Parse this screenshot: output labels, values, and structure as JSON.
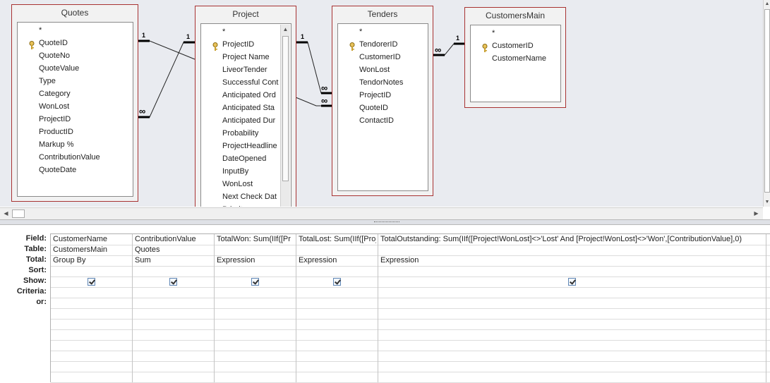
{
  "tables": [
    {
      "name": "Quotes",
      "fields": [
        "*",
        "QuoteID",
        "QuoteNo",
        "QuoteValue",
        "Type",
        "Category",
        "WonLost",
        "ProjectID",
        "ProductID",
        "Markup %",
        "ContributionValue",
        "QuoteDate"
      ],
      "key_field": "QuoteID"
    },
    {
      "name": "Project",
      "fields": [
        "*",
        "ProjectID",
        "Project Name",
        "LiveorTender",
        "Successful Cont",
        "Anticipated Ord",
        "Anticipated Sta",
        "Anticipated Dur",
        "Probability",
        "ProjectHeadline",
        "DateOpened",
        "InputBy",
        "WonLost",
        "Next Check Dat",
        "Priority"
      ],
      "key_field": "ProjectID"
    },
    {
      "name": "Tenders",
      "fields": [
        "*",
        "TendorerID",
        "CustomerID",
        "WonLost",
        "TendorNotes",
        "ProjectID",
        "QuoteID",
        "ContactID"
      ],
      "key_field": "TendorerID"
    },
    {
      "name": "CustomersMain",
      "fields": [
        "*",
        "CustomerID",
        "CustomerName"
      ],
      "key_field": "CustomerID"
    }
  ],
  "relationships": {
    "one_label": "1",
    "many_label": "∞"
  },
  "grid": {
    "row_labels": [
      "Field:",
      "Table:",
      "Total:",
      "Sort:",
      "Show:",
      "Criteria:",
      "or:"
    ],
    "columns": [
      {
        "field": "CustomerName",
        "table": "CustomersMain",
        "total": "Group By",
        "show": true
      },
      {
        "field": "ContributionValue",
        "table": "Quotes",
        "total": "Sum",
        "show": true
      },
      {
        "field": "TotalWon: Sum(IIf([Pr",
        "table": "",
        "total": "Expression",
        "show": true
      },
      {
        "field": "TotalLost: Sum(IIf([Proj",
        "table": "",
        "total": "Expression",
        "show": true
      },
      {
        "field": "TotalOutstanding: Sum(IIf([Project!WonLost]<>'Lost' And [Project!WonLost]<>'Won',[ContributionValue],0)",
        "table": "",
        "total": "Expression",
        "show": true
      }
    ]
  }
}
